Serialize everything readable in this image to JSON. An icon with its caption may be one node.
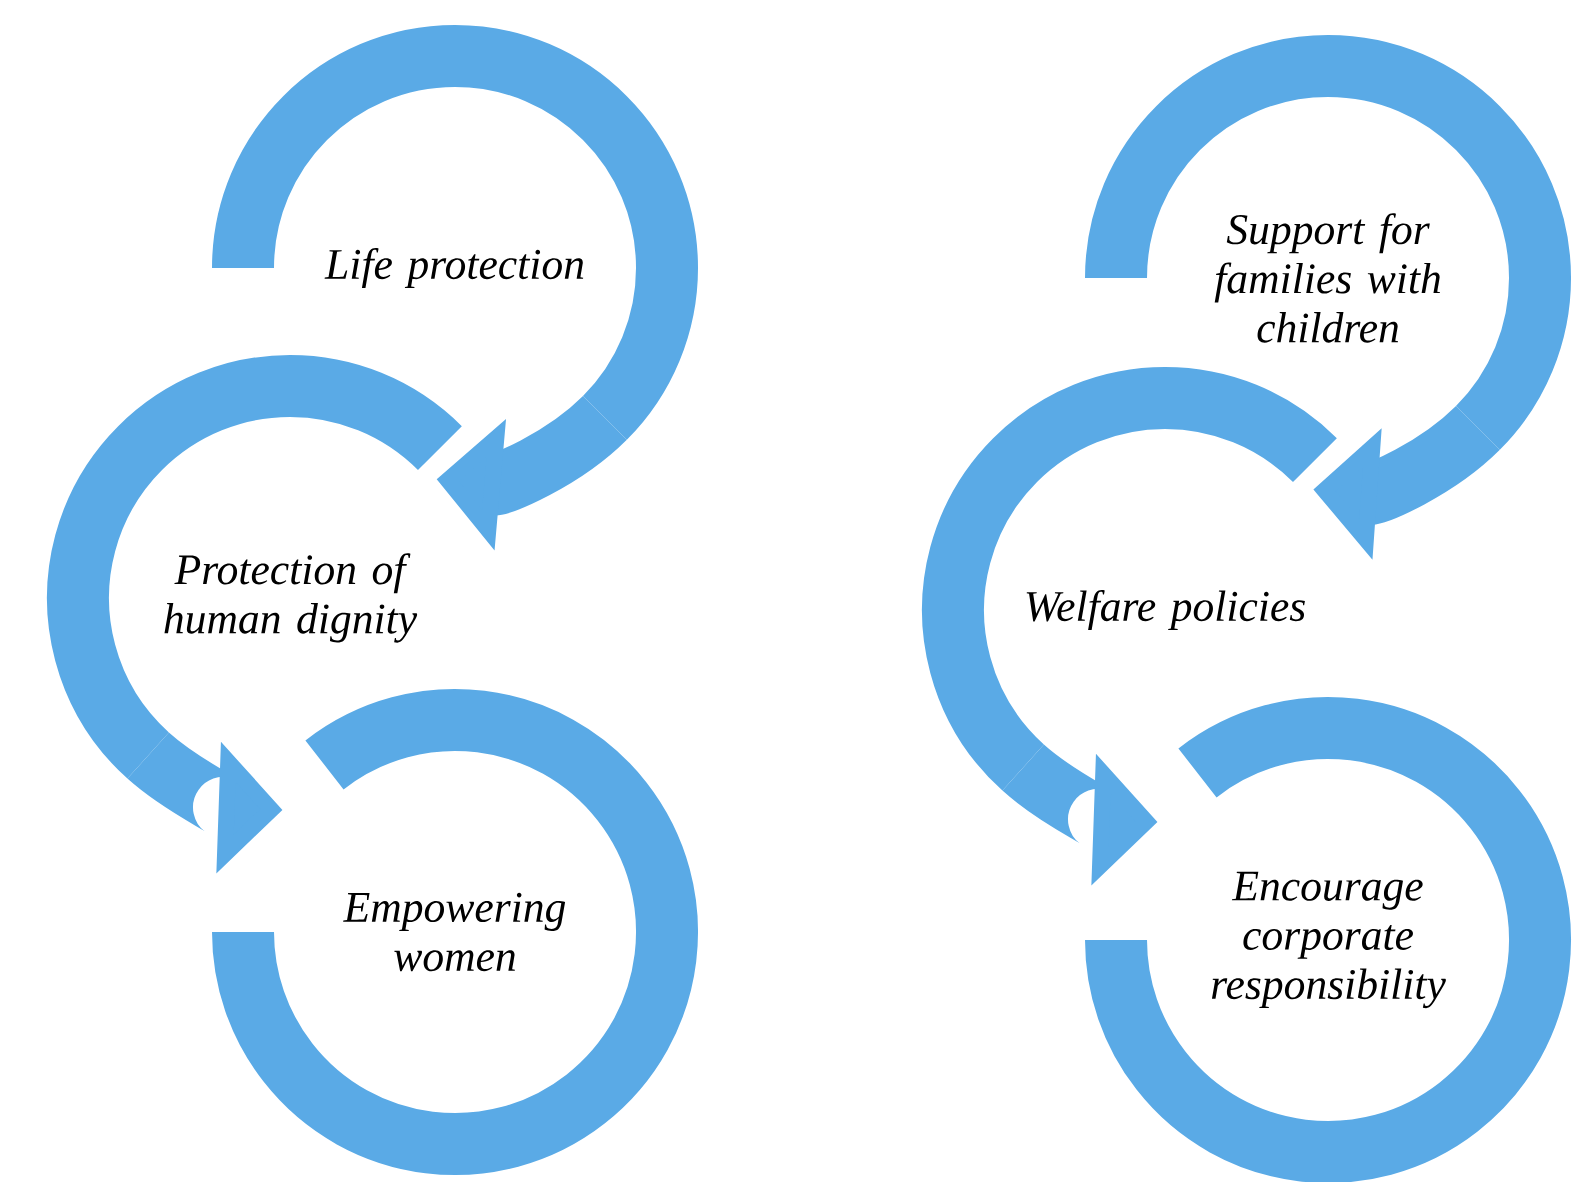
{
  "diagram": {
    "nodes": [
      {
        "text": [
          "Life protection"
        ]
      },
      {
        "text": [
          "Protection of human dignity"
        ]
      },
      {
        "text": [
          "Empowering women"
        ]
      },
      {
        "text": [
          "Support for families with children"
        ]
      },
      {
        "text": [
          "Welfare policies"
        ]
      },
      {
        "text": [
          "Encourage corporate responsibility"
        ]
      }
    ],
    "edges": [
      {
        "from": 0,
        "to": 1,
        "arrow": "to"
      },
      {
        "from": 1,
        "to": 2,
        "arrow": "to"
      },
      {
        "from": 3,
        "to": 4,
        "arrow": "to"
      },
      {
        "from": 4,
        "to": 5,
        "arrow": "to"
      }
    ]
  }
}
